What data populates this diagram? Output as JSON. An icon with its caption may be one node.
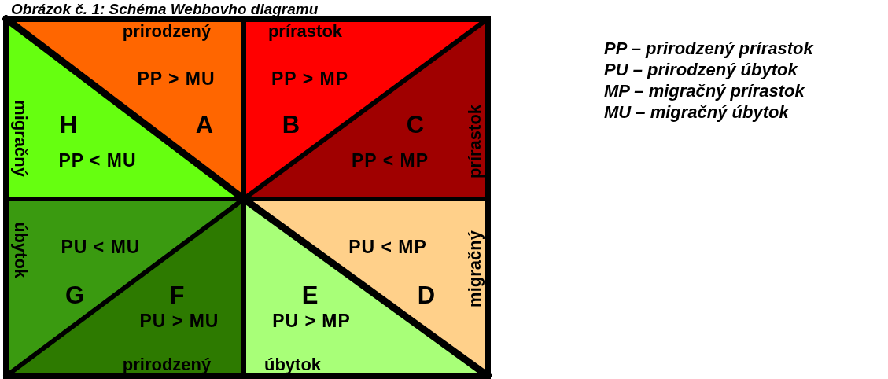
{
  "diagram": {
    "title": "Obrázok č. 1: Schéma Webbovho diagramu",
    "nodes": [
      {
        "text": [
          "PP > MU",
          "A"
        ]
      },
      {
        "text": [
          "PP > MP",
          "B"
        ]
      },
      {
        "text": [
          "C",
          "PP < MP"
        ]
      },
      {
        "text": [
          "PU < MP",
          "D"
        ]
      },
      {
        "text": [
          "E",
          "PU > MP"
        ]
      },
      {
        "text": [
          "F",
          "PU > MU"
        ]
      },
      {
        "text": [
          "PU < MU",
          "G"
        ]
      },
      {
        "text": [
          "H",
          "PP < MU"
        ]
      }
    ],
    "edges": [],
    "labels": [
      "prirodzený",
      "prírastok",
      "prírastok",
      "migračný",
      "prirodzený",
      "úbytok",
      "migračný",
      "úbytok",
      "PP – prirodzený prírastok",
      "PU – prirodzený úbytok",
      "MP – migračný prírastok",
      "MU – migračný úbytok"
    ]
  }
}
